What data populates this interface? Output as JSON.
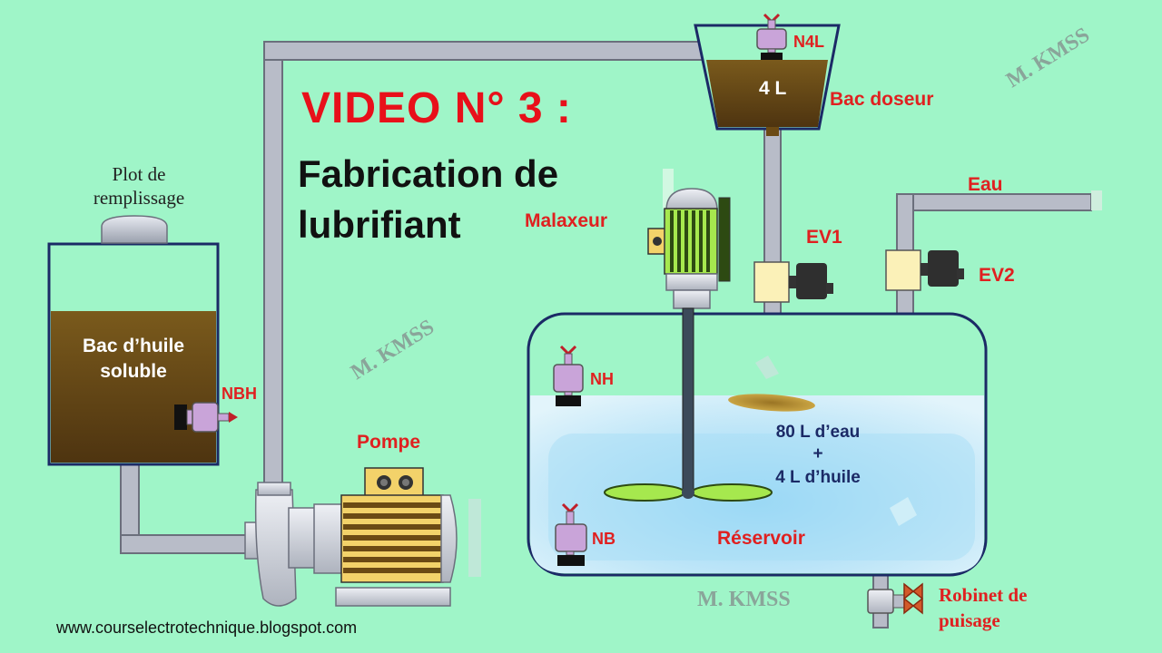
{
  "title": "VIDEO N° 3 :",
  "subtitle_line1": "Fabrication de",
  "subtitle_line2": "lubrifiant",
  "labels": {
    "plot_line1": "Plot de",
    "plot_line2": "remplissage",
    "bac_huile_line1": "Bac d’huile",
    "bac_huile_line2": "soluble",
    "nbh": "NBH",
    "pompe": "Pompe",
    "malaxeur": "Malaxeur",
    "n4l": "N4L",
    "volume_4l": "4 L",
    "bac_doseur": "Bac doseur",
    "ev1": "EV1",
    "ev2": "EV2",
    "eau": "Eau",
    "nh": "NH",
    "nb": "NB",
    "mix_line1": "80 L d’eau",
    "mix_line2": "+",
    "mix_line3": "4 L d’huile",
    "reservoir": "Réservoir",
    "robinet_line1": "Robinet de",
    "robinet_line2": "puisage"
  },
  "watermarks": [
    "M. KMSS",
    "M. KMSS",
    "M. KMSS"
  ],
  "website": "www.courselectrotechnique.blogspot.com",
  "colors": {
    "background": "#9ff5c8",
    "pipe": "#b8bcc8",
    "pipe_border": "#6b6f7c",
    "oil": "#6b4a14",
    "water": "#bfe6f8",
    "sensor": "#c9a4d9",
    "label_red": "#e02020",
    "label_navy": "#1b2a66"
  }
}
